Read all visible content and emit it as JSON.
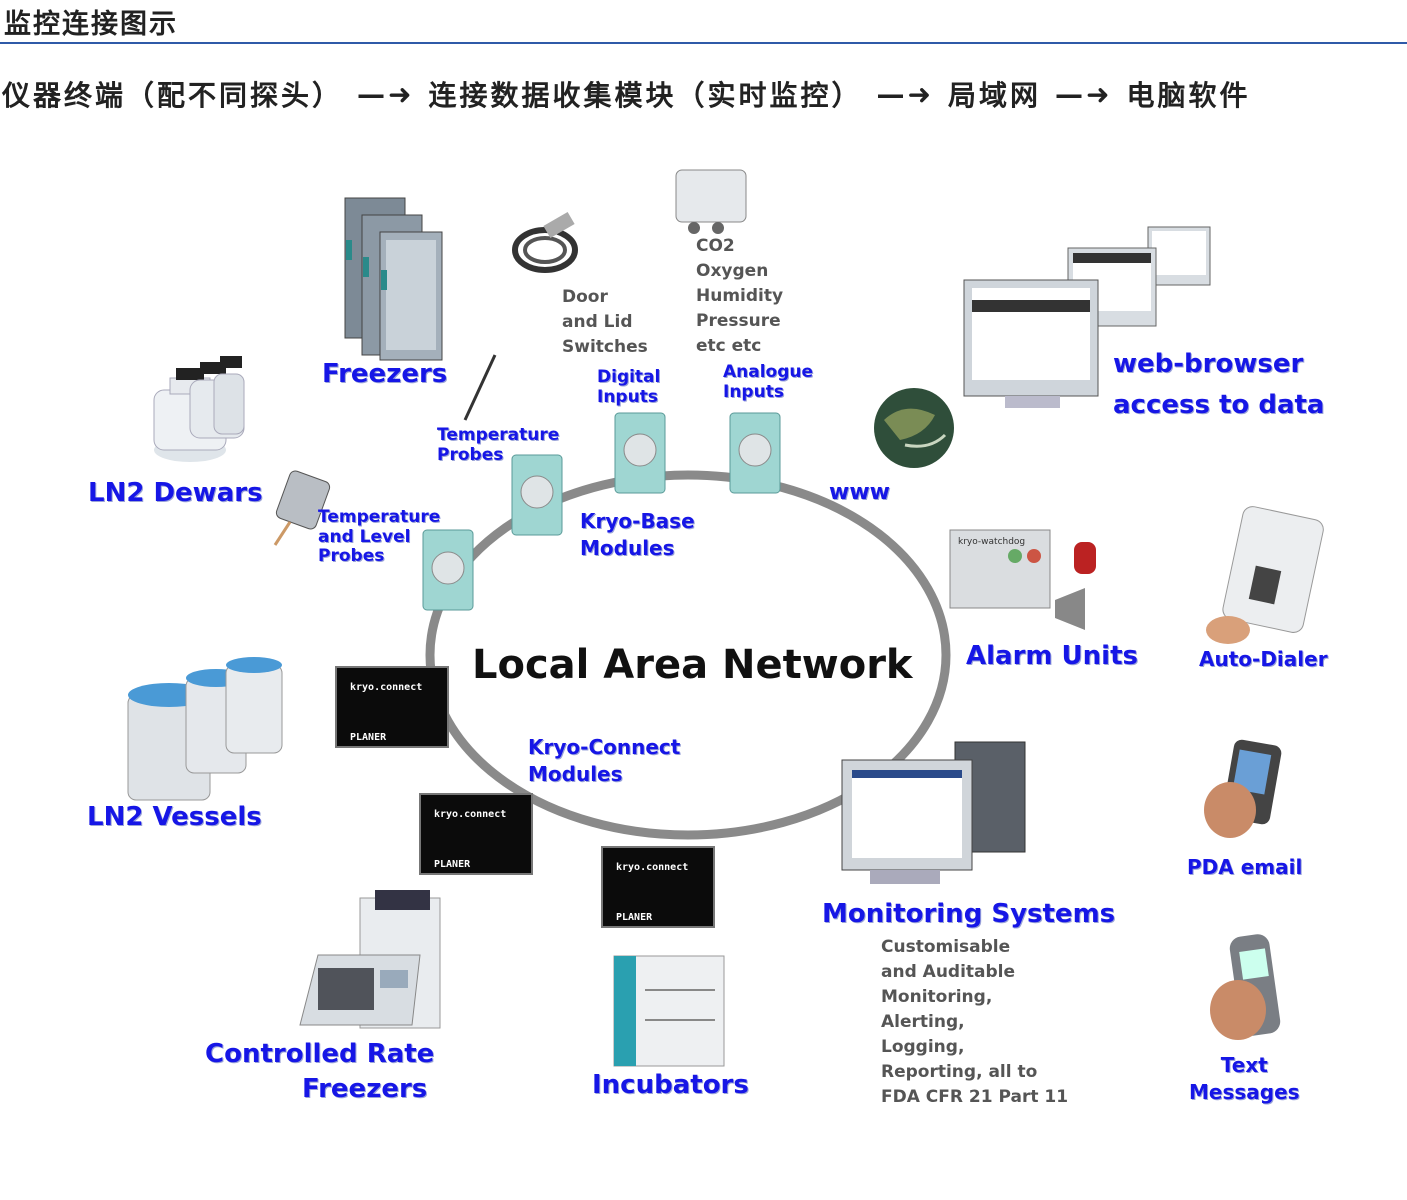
{
  "header": {
    "title": "监控连接图示",
    "flow": [
      "仪器终端（配不同探头）",
      "连接数据收集模块（实时监控）",
      "局域网",
      "电脑软件"
    ],
    "arrow": "—➜"
  },
  "diagram": {
    "center": "Local Area Network",
    "freezers": "Freezers",
    "ln2_dewars": "LN2 Dewars",
    "ln2_vessels": "LN2 Vessels",
    "crf_line1": "Controlled Rate",
    "crf_line2": "Freezers",
    "incubators": "Incubators",
    "temp_probes": "Temperature\nProbes",
    "temp_level_probes": "Temperature\nand Level\nProbes",
    "digital_inputs": "Digital\nInputs",
    "analogue_inputs": "Analogue\nInputs",
    "kryo_base": "Kryo-Base\nModules",
    "kryo_connect": "Kryo-Connect\nModules",
    "door_switches": "Door\nand Lid\nSwitches",
    "sensors": "CO2\nOxygen\nHumidity\nPressure\netc etc",
    "www": "www",
    "web_line1": "web-browser",
    "web_line2": "access to data",
    "alarm_units": "Alarm Units",
    "auto_dialer": "Auto-Dialer",
    "pda_email": "PDA email",
    "text_messages": "Text\nMessages",
    "monitoring": "Monitoring Systems",
    "monitoring_desc": "Customisable\nand Auditable\nMonitoring,\nAlerting,\nLogging,\nReporting, all to\nFDA CFR 21 Part 11",
    "device_label": "kryo.connect",
    "brand": "PLANER",
    "watchdog": "kryo-watchdog"
  },
  "colors": {
    "label_blue": "#1616e6",
    "ring": "#8a8a8a",
    "rule": "#2f5aa8"
  }
}
